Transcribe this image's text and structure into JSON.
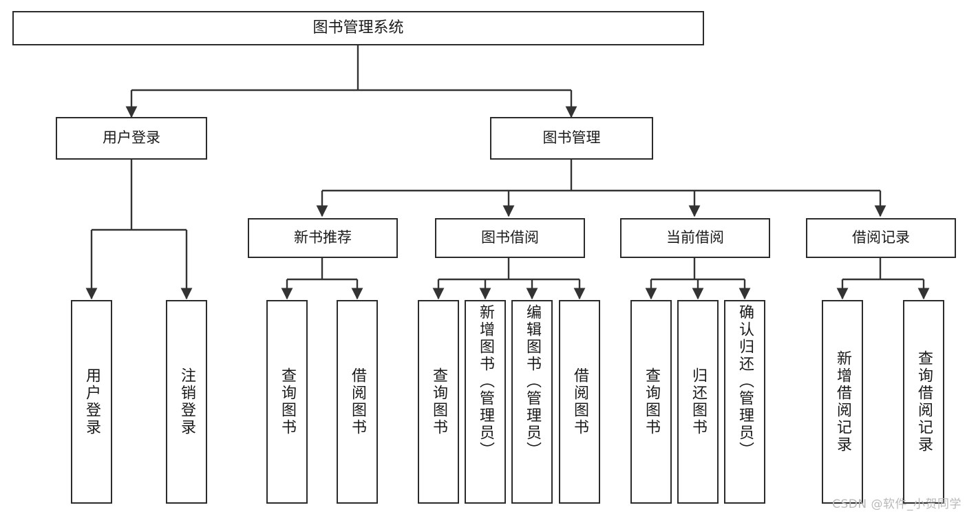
{
  "diagram": {
    "type": "tree-hierarchy",
    "title": "图书管理系统",
    "watermark": "CSDN @软件_小贺同学",
    "colors": {
      "background": "#ffffff",
      "border": "#2b2b2b",
      "text": "#1a1a1a",
      "connector": "#333333",
      "watermark": "#b9b9b9"
    },
    "root": {
      "label": "图书管理系统"
    },
    "level1": [
      {
        "label": "用户登录"
      },
      {
        "label": "图书管理"
      }
    ],
    "level2": [
      {
        "label": "新书推荐"
      },
      {
        "label": "图书借阅"
      },
      {
        "label": "当前借阅"
      },
      {
        "label": "借阅记录"
      }
    ],
    "leaves": {
      "user_login": [
        {
          "label": "用户登录"
        },
        {
          "label": "注销登录"
        }
      ],
      "new_book_recommend": [
        {
          "label": "查询图书"
        },
        {
          "label": "借阅图书"
        }
      ],
      "book_borrow": [
        {
          "label": "查询图书"
        },
        {
          "label": "新增图书（管理员）"
        },
        {
          "label": "编辑图书（管理员）"
        },
        {
          "label": "借阅图书"
        }
      ],
      "current_borrow": [
        {
          "label": "查询图书"
        },
        {
          "label": "归还图书"
        },
        {
          "label": "确认归还（管理员）"
        }
      ],
      "borrow_records": [
        {
          "label": "新增借阅记录"
        },
        {
          "label": "查询借阅记录"
        }
      ]
    }
  }
}
